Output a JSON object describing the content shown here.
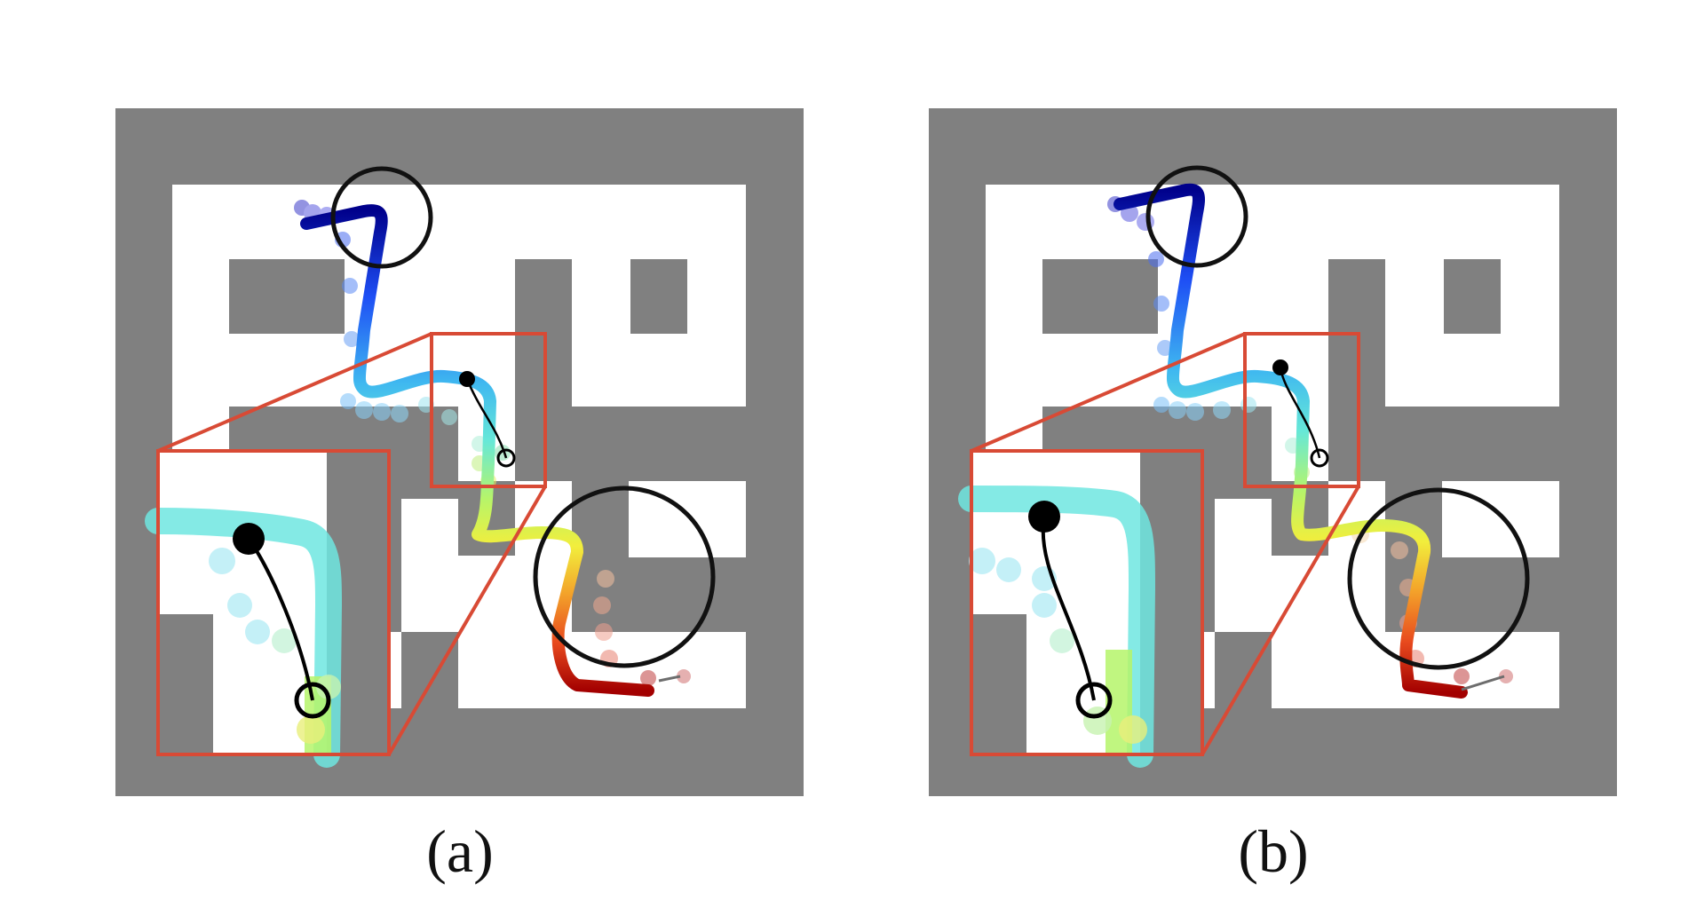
{
  "panels": [
    {
      "id": "a",
      "caption": "(a)"
    },
    {
      "id": "b",
      "caption": "(b)"
    }
  ],
  "colors": {
    "wall": "#808080",
    "floor": "#ffffff",
    "zoom_box": "#d84a35",
    "highlight_circle": "#111111",
    "trajectory_gradient": [
      "#00008b",
      "#1e4ff5",
      "#3fb8f0",
      "#66e8d8",
      "#b6f56a",
      "#f2ee3c",
      "#f3a12a",
      "#e84a1e",
      "#a30000"
    ]
  },
  "legend": {}
}
